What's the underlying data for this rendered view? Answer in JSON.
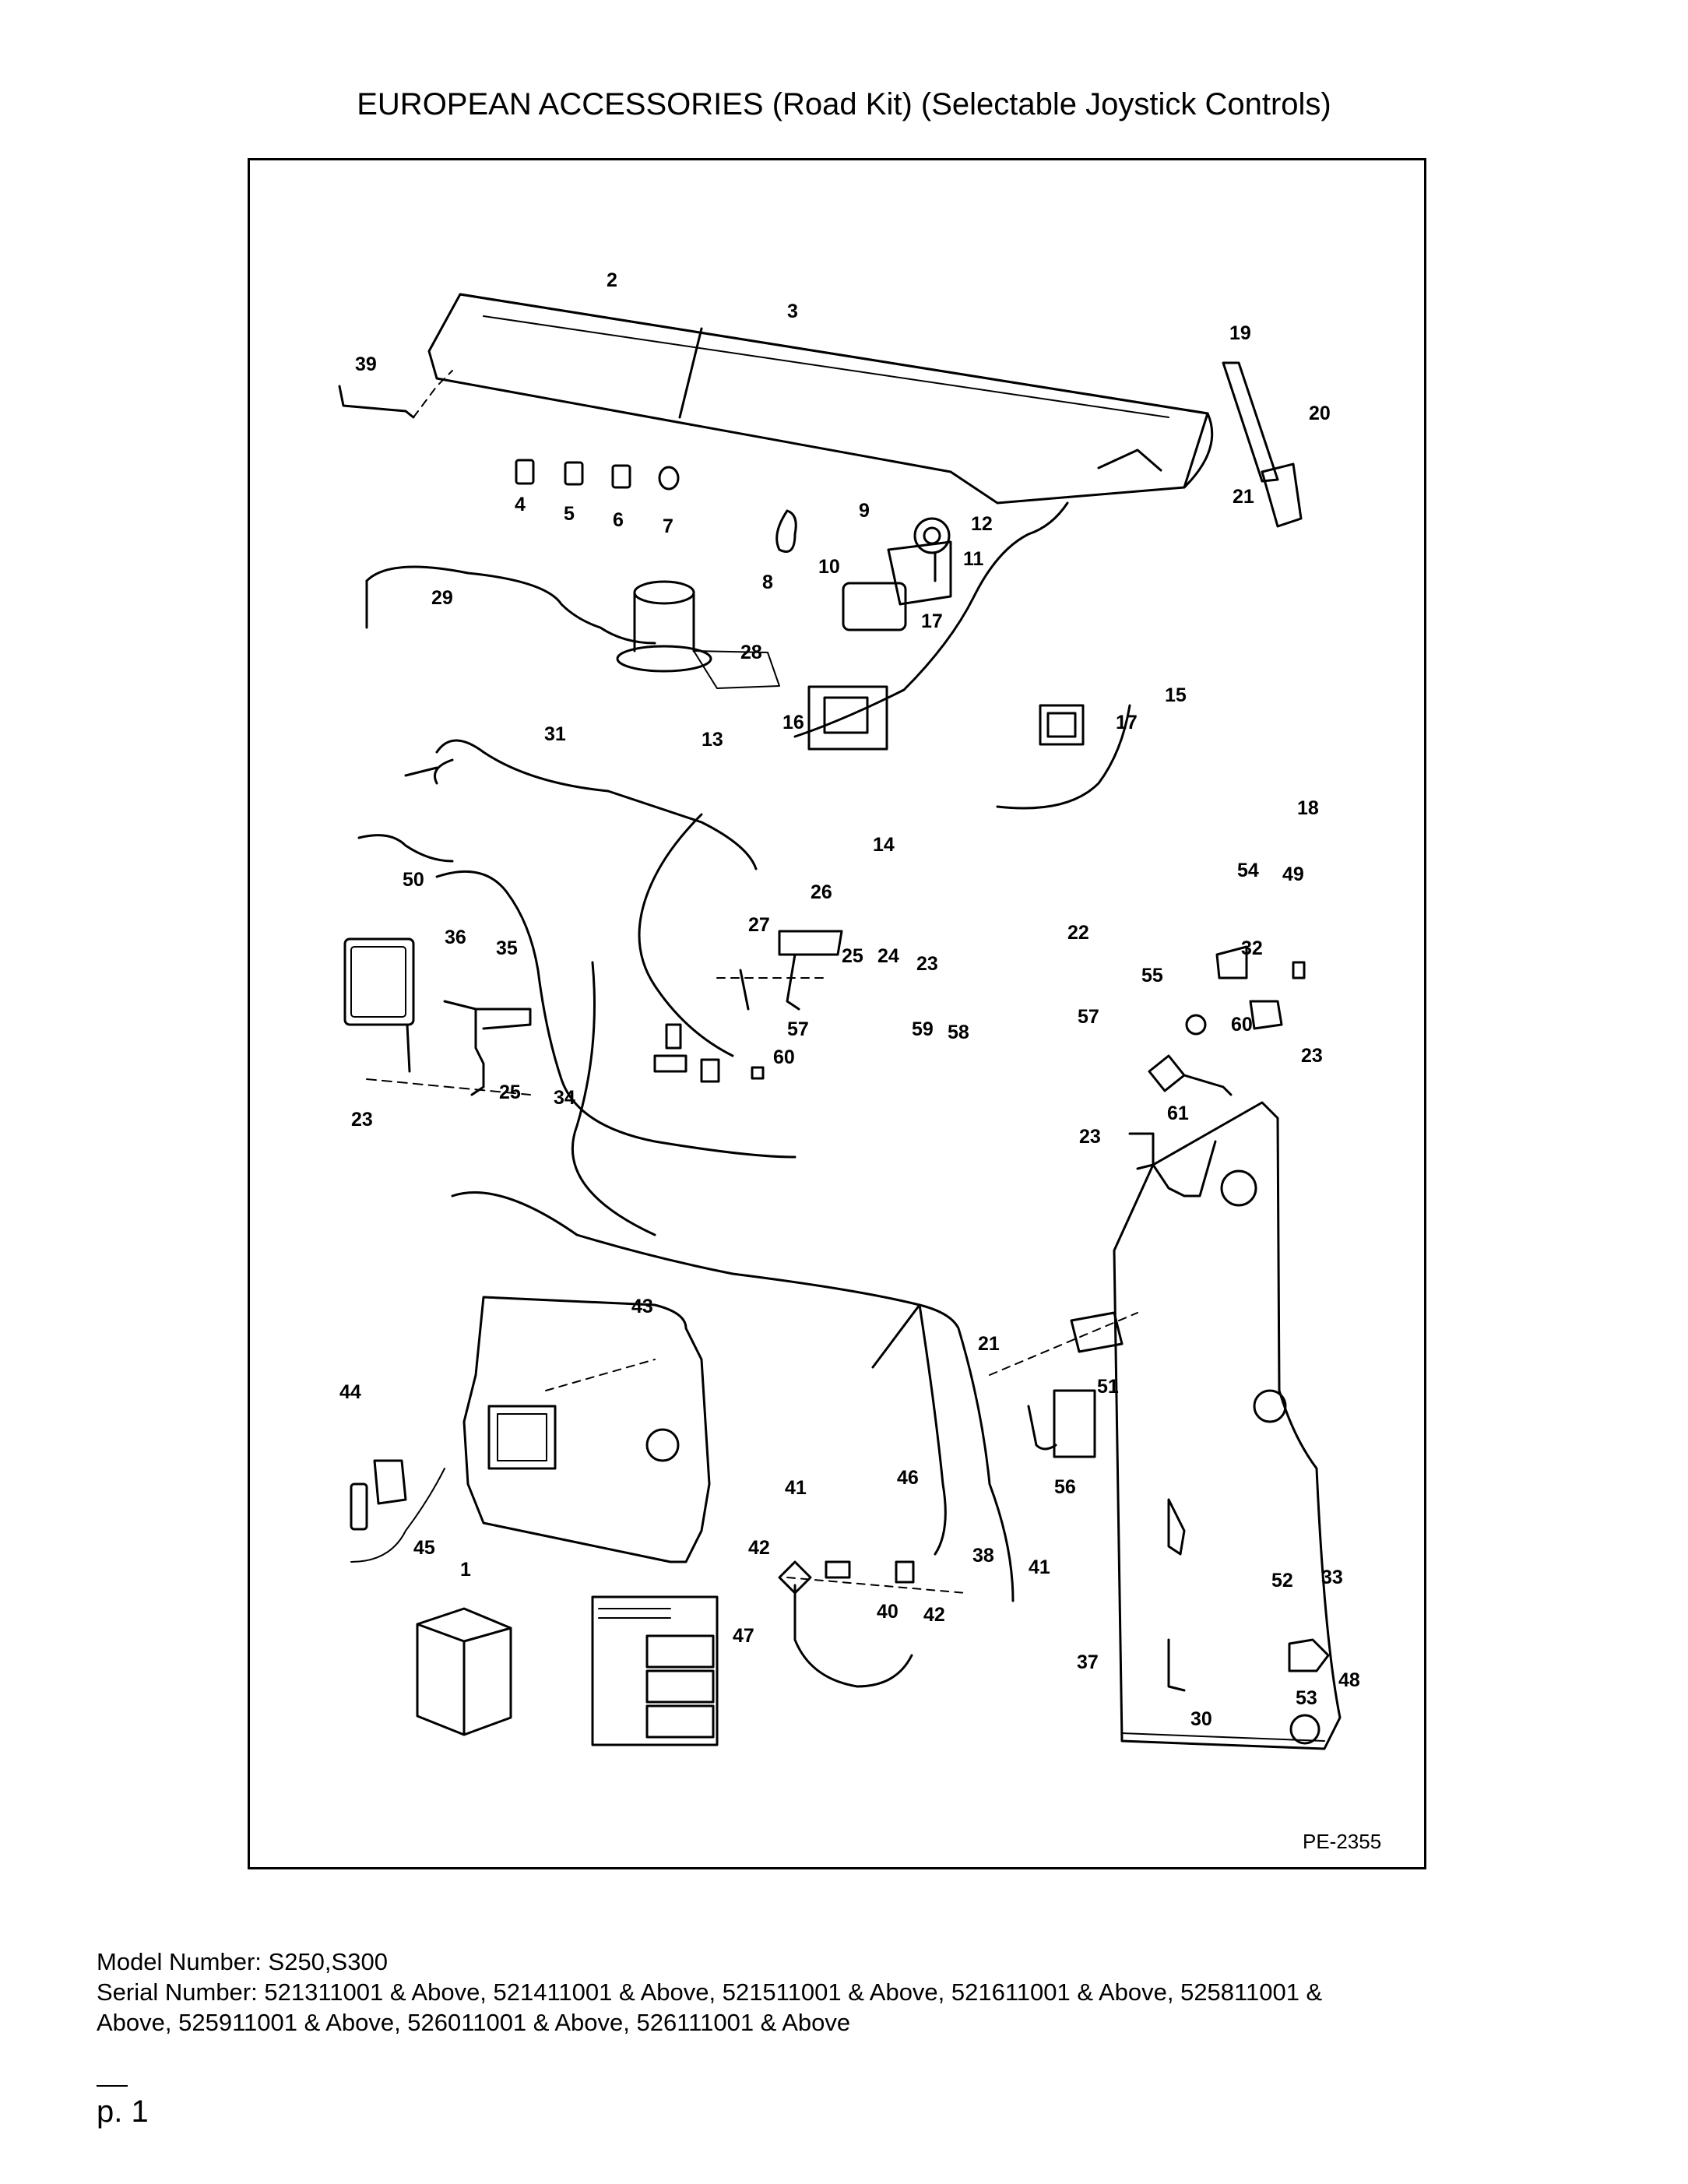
{
  "title": "EUROPEAN ACCESSORIES (Road Kit) (Selectable Joystick Controls)",
  "diagram": {
    "code": "PE-2355",
    "callouts": [
      "1",
      "2",
      "3",
      "4",
      "5",
      "6",
      "7",
      "8",
      "9",
      "10",
      "11",
      "12",
      "13",
      "14",
      "15",
      "16",
      "17",
      "18",
      "19",
      "20",
      "21",
      "22",
      "23",
      "24",
      "25",
      "26",
      "27",
      "28",
      "29",
      "30",
      "31",
      "32",
      "33",
      "34",
      "35",
      "36",
      "37",
      "38",
      "39",
      "40",
      "41",
      "42",
      "43",
      "44",
      "45",
      "46",
      "47",
      "48",
      "49",
      "50",
      "51",
      "52",
      "53",
      "54",
      "55",
      "56",
      "57",
      "58",
      "59",
      "60",
      "61"
    ]
  },
  "footer": {
    "model": "Model Number: S250,S300",
    "serial_line1": "Serial Number: 521311001 & Above, 521411001 & Above, 521511001 & Above, 521611001 & Above, 525811001 &",
    "serial_line2": "Above, 525911001 & Above, 526011001 & Above, 526111001 & Above",
    "page": "p. 1"
  }
}
